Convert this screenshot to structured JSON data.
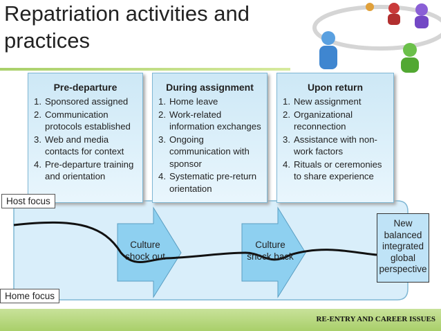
{
  "title": "Repatriation activities and practices",
  "columns": [
    {
      "heading": "Pre-departure",
      "items": [
        {
          "num": "1.",
          "text": "Sponsored assigned"
        },
        {
          "num": "2.",
          "text": "Communication protocols established"
        },
        {
          "num": "3.",
          "text": "Web and media contacts for context"
        },
        {
          "num": "4.",
          "text": "Pre-departure training and orientation"
        }
      ]
    },
    {
      "heading": "During assignment",
      "items": [
        {
          "num": "1.",
          "text": "Home leave"
        },
        {
          "num": "2.",
          "text": "Work-related information exchanges"
        },
        {
          "num": "3.",
          "text": "Ongoing communication with sponsor"
        },
        {
          "num": "4.",
          "text": "Systematic pre-return orientation"
        }
      ]
    },
    {
      "heading": "Upon return",
      "items": [
        {
          "num": "1.",
          "text": "New assignment"
        },
        {
          "num": "2.",
          "text": "Organizational reconnection"
        },
        {
          "num": "3.",
          "text": "Assistance with non-work factors"
        },
        {
          "num": "4.",
          "text": "Rituals or ceremonies to share experience"
        }
      ]
    }
  ],
  "host_focus": "Host focus",
  "home_focus": "Home focus",
  "arrow1": [
    "Culture",
    "shock out"
  ],
  "arrow2": [
    "Culture",
    "shock back"
  ],
  "final": [
    "New",
    "balanced",
    "integrated",
    "global",
    "perspective"
  ],
  "footer": "RE-ENTRY AND CAREER ISSUES",
  "colors": {
    "box_fill": "#cde8f6",
    "panel_fill": "#d9eefa",
    "footer_green": "#a9cf6a",
    "arrow_fill": "#8ed0f0"
  }
}
